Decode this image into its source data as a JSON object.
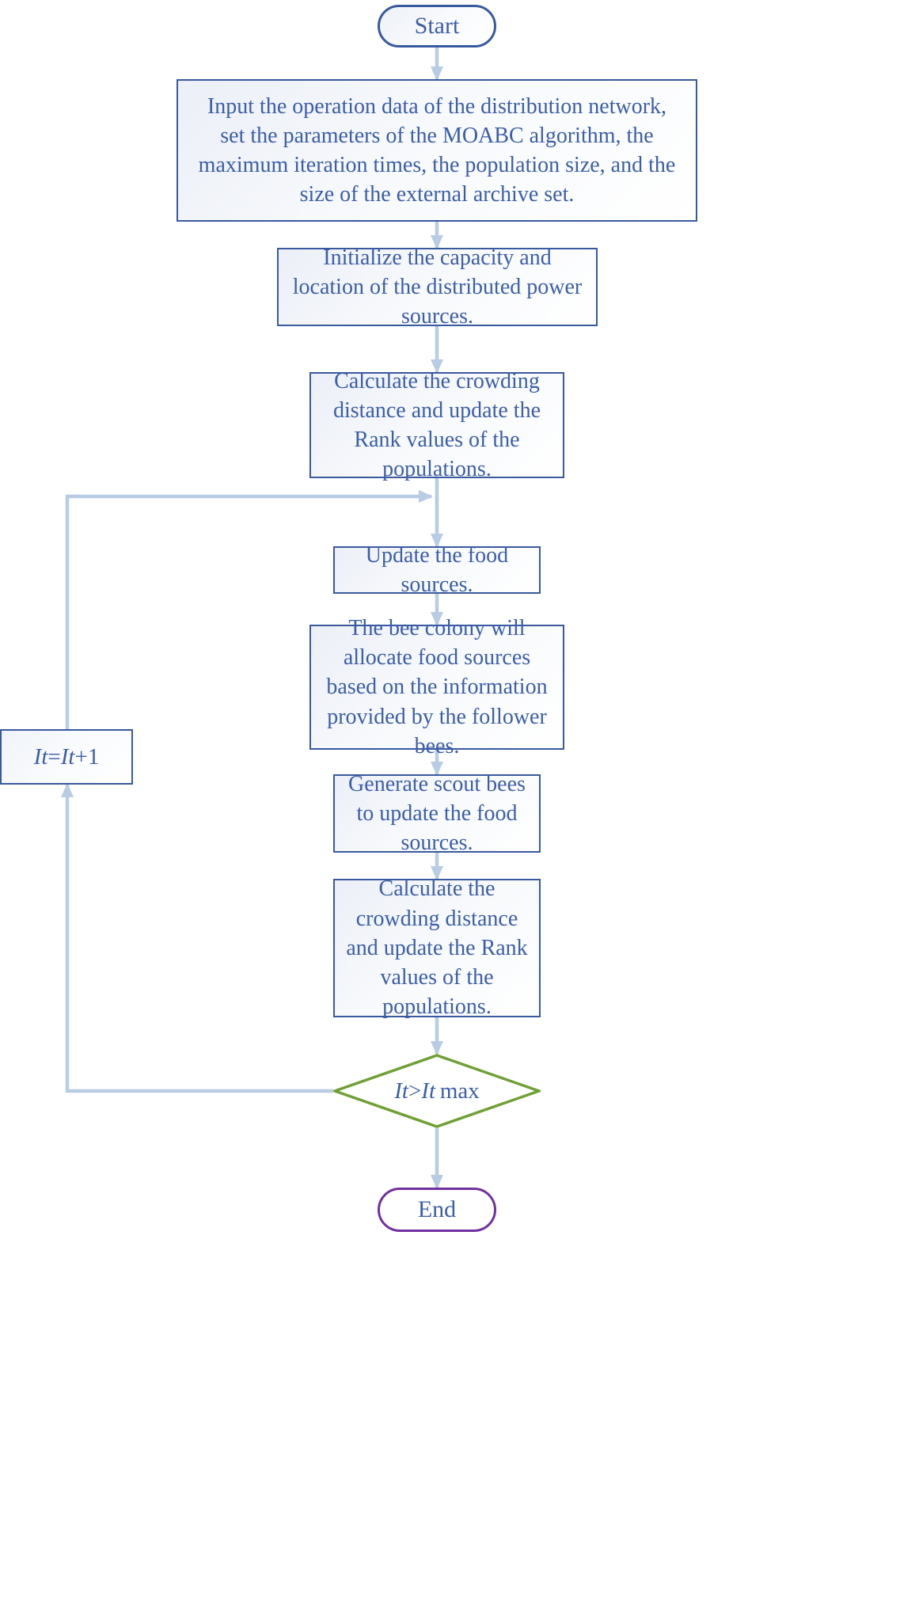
{
  "diagram": {
    "title": "MOABC algorithm flowchart",
    "type": "flowchart",
    "colors": {
      "text": "#3b5ea8",
      "process_border": "#39599f",
      "start_border": "#39599f",
      "end_border": "#7030a0",
      "decision_border": "#70a035",
      "connector": "#b8cce4",
      "background": "#ffffff"
    }
  },
  "nodes": {
    "start": {
      "label": "Start",
      "shape": "terminator"
    },
    "input_params": {
      "label": "Input the operation data of the distribution network,\nset the parameters of the MOABC algorithm, the\nmaximum iteration times, the population size, and the\nsize of the external archive set.",
      "shape": "process"
    },
    "initialize": {
      "label": "Initialize the capacity and\nlocation of the distributed power\nsources.",
      "shape": "process"
    },
    "calc_rank_1": {
      "label": "Calculate the crowding\ndistance and update the\nRank values of the\npopulations.",
      "shape": "process"
    },
    "update_food": {
      "label": "Update the food\nsources.",
      "shape": "process"
    },
    "bee_colony": {
      "label": "The bee colony will\nallocate food sources\nbased on the information\nprovided by the follower\nbees.",
      "shape": "process"
    },
    "scout_bees": {
      "label": "Generate scout bees\nto update the food\nsources.",
      "shape": "process"
    },
    "calc_rank_2": {
      "label": "Calculate the\ncrowding distance\nand update the Rank\nvalues of the\npopulations.",
      "shape": "process"
    },
    "decision": {
      "label": "It > It max",
      "label_parts": {
        "var1": "It",
        "operator": ">",
        "var2": "It",
        "suffix": "max"
      },
      "shape": "diamond"
    },
    "iteration": {
      "label": "It = It + 1",
      "label_parts": {
        "var1": "It",
        "equals": "=",
        "var2": "It",
        "increment": "+1"
      },
      "shape": "process"
    },
    "end": {
      "label": "End",
      "shape": "terminator"
    }
  },
  "edges": [
    {
      "from": "start",
      "to": "input_params"
    },
    {
      "from": "input_params",
      "to": "initialize"
    },
    {
      "from": "initialize",
      "to": "calc_rank_1"
    },
    {
      "from": "calc_rank_1",
      "to": "update_food"
    },
    {
      "from": "update_food",
      "to": "bee_colony"
    },
    {
      "from": "bee_colony",
      "to": "scout_bees"
    },
    {
      "from": "scout_bees",
      "to": "calc_rank_2"
    },
    {
      "from": "calc_rank_2",
      "to": "decision"
    },
    {
      "from": "decision",
      "to": "end"
    },
    {
      "from": "decision",
      "to": "iteration"
    },
    {
      "from": "iteration",
      "to": "update_food"
    }
  ]
}
